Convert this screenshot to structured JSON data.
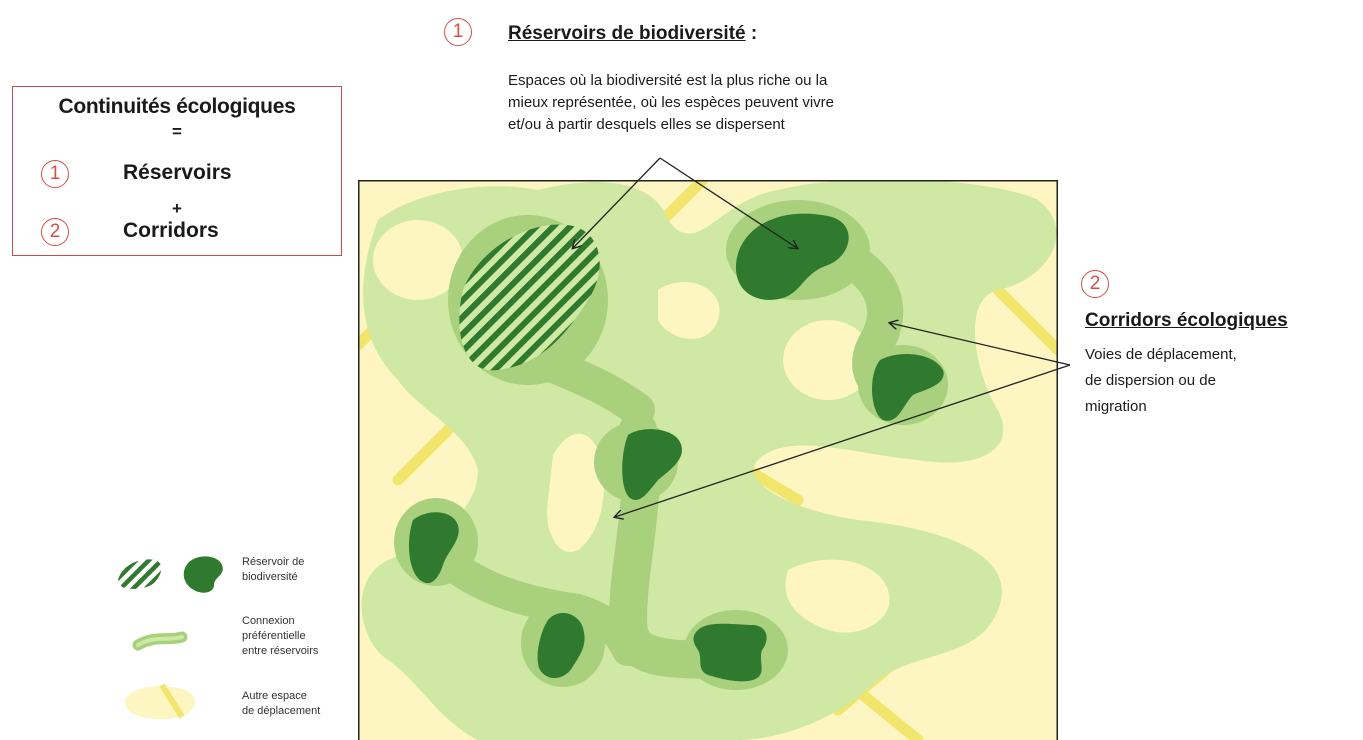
{
  "summary": {
    "title": "Continuités écologiques",
    "equals": "=",
    "num1": "1",
    "item1": "Réservoirs",
    "plus": "+",
    "num2": "2",
    "item2": "Corridors"
  },
  "reservoirs": {
    "number": "1",
    "title": "Réservoirs de biodiversité",
    "title_suffix": " :",
    "description_lines": [
      "Espaces où la biodiversité est la plus riche ou la",
      "mieux représentée, où les espèces peuvent vivre",
      "et/ou à partir desquels elles se dispersent"
    ]
  },
  "corridors": {
    "number": "2",
    "title": "Corridors écologiques",
    "description_lines": [
      "Voies de déplacement,",
      "de dispersion ou de",
      "migration"
    ]
  },
  "legend": {
    "reservoir": [
      "Réservoir de",
      "biodiversité"
    ],
    "connexion": [
      "Connexion",
      "préférentielle",
      "entre réservoirs"
    ],
    "autre": [
      "Autre espace",
      "de déplacement"
    ]
  },
  "colors": {
    "accent_red": "#d2504a",
    "background_cream": "#fdf5c2",
    "light_green": "#cfe8a3",
    "mid_green": "#a9d07c",
    "dark_green": "#2f7a2f",
    "yellow_road": "#f2e56b"
  }
}
